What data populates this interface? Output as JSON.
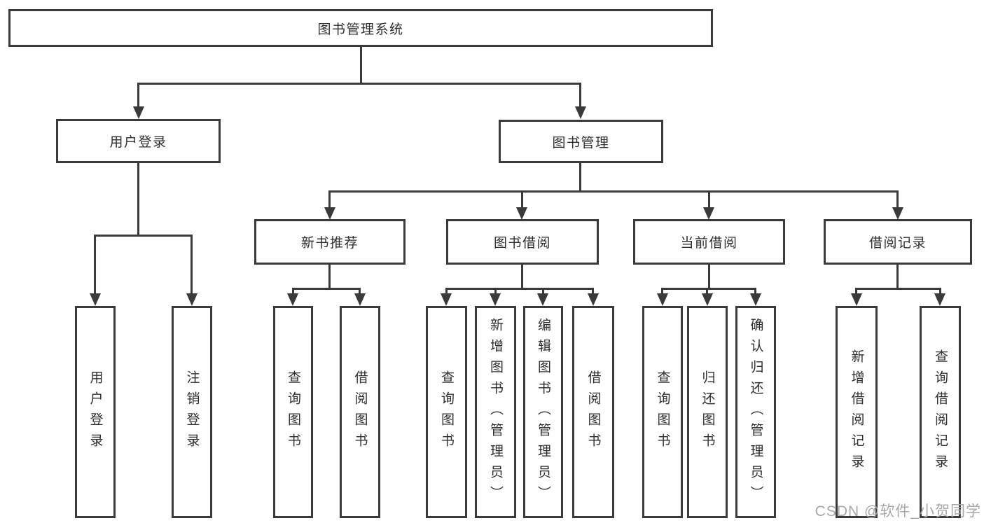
{
  "diagram": {
    "root": {
      "label": "图书管理系统"
    },
    "level2": [
      {
        "id": "user-login",
        "label": "用户登录"
      },
      {
        "id": "book-management",
        "label": "图书管理"
      }
    ],
    "level3": [
      {
        "id": "new-book-recommend",
        "label": "新书推荐",
        "parent": "book-management"
      },
      {
        "id": "book-borrow",
        "label": "图书借阅",
        "parent": "book-management"
      },
      {
        "id": "current-borrow",
        "label": "当前借阅",
        "parent": "book-management"
      },
      {
        "id": "borrow-record",
        "label": "借阅记录",
        "parent": "book-management"
      }
    ],
    "leaves": [
      {
        "parent": "user-login",
        "label": "用户登录"
      },
      {
        "parent": "user-login",
        "label": "注销登录"
      },
      {
        "parent": "new-book-recommend",
        "label": "查询图书"
      },
      {
        "parent": "new-book-recommend",
        "label": "借阅图书"
      },
      {
        "parent": "book-borrow",
        "label": "查询图书"
      },
      {
        "parent": "book-borrow",
        "label": "新增图书（管理员）"
      },
      {
        "parent": "book-borrow",
        "label": "编辑图书（管理员）"
      },
      {
        "parent": "book-borrow",
        "label": "借阅图书"
      },
      {
        "parent": "current-borrow",
        "label": "查询图书"
      },
      {
        "parent": "current-borrow",
        "label": "归还图书"
      },
      {
        "parent": "current-borrow",
        "label": "确认归还（管理员）"
      },
      {
        "parent": "borrow-record",
        "label": "新增借阅记录"
      },
      {
        "parent": "borrow-record",
        "label": "查询借阅记录"
      }
    ],
    "watermark": "CSDN @软件_小贺同学",
    "colors": {
      "line": "#3a3a3a",
      "text": "#2e2e2e",
      "box_background": "#ffffff",
      "watermark": "#a8a8a8",
      "background": "#ffffff"
    }
  }
}
